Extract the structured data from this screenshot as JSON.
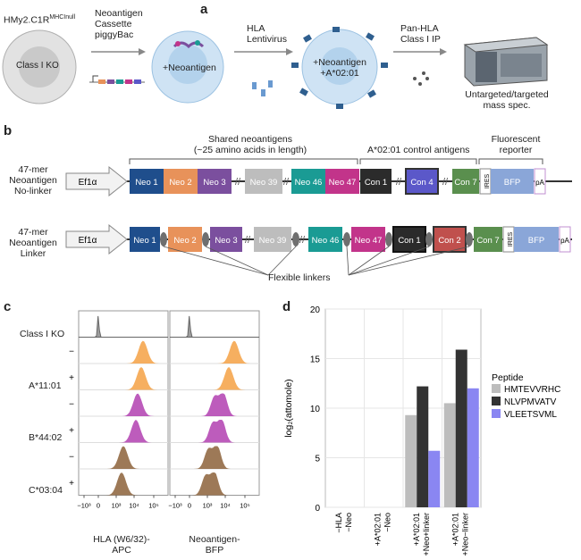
{
  "panels": {
    "a": "a",
    "b": "b",
    "c": "c",
    "d": "d"
  },
  "a": {
    "cell_line": "HMy2.C1R",
    "cell_line_sup": "MHCInull",
    "class_i_ko": "Class I KO",
    "step1": [
      "Neoantigen",
      "Cassette",
      "piggyBac"
    ],
    "plus_neoantigen": "+Neoantigen",
    "step2": [
      "HLA",
      "Lentivirus"
    ],
    "plus_neo_a0201": [
      "+Neoantigen",
      "+A*02:01"
    ],
    "step3": [
      "Pan-HLA",
      "Class I IP"
    ],
    "ms": [
      "Untargeted/targeted",
      "mass spec."
    ]
  },
  "b": {
    "shared_title": [
      "Shared neoantigens",
      "(~25 amino acids in length)"
    ],
    "control_title": "A*02:01 control antigens",
    "reporter_title": [
      "Fluorescent",
      "reporter"
    ],
    "row1_label": [
      "47-mer",
      "Neoantigen",
      "No-linker"
    ],
    "row2_label": [
      "47-mer",
      "Neoantigen",
      "Linker"
    ],
    "promoter": "Ef1α",
    "neo": [
      "Neo 1",
      "Neo 2",
      "Neo 3",
      "Neo 39",
      "Neo 46",
      "Neo 47"
    ],
    "con": [
      "Con 1",
      "Con 4",
      "Con 7"
    ],
    "con_linker": [
      "Con 1",
      "Con 2",
      "Con 7"
    ],
    "ires": "IRES",
    "bfp": "BFP",
    "pa": "pA",
    "flexible": "Flexible linkers",
    "colors": {
      "neo1": "#1f4e8c",
      "neo2": "#e8925a",
      "neo3": "#7b4f9e",
      "neo39": "#bdbdbd",
      "neo46": "#1a9b94",
      "neo47": "#c2348a",
      "con1": "#2b2b2b",
      "con2": "#c0504d",
      "con4": "#5b58c9",
      "con7": "#5a8f4e",
      "bfp": "#8aa6d8",
      "linker": "#6f6f6f"
    }
  },
  "c": {
    "rows": [
      "Class I KO",
      "A*11:01",
      "B*44:02",
      "C*03:04"
    ],
    "minus": "−",
    "plus": "+",
    "ticks": [
      "−10³",
      "0",
      "10³",
      "10⁴",
      "10⁵"
    ],
    "xlabel1": [
      "HLA (W6/32)-",
      "APC"
    ],
    "xlabel2": [
      "Neoantigen-",
      "BFP"
    ],
    "colors": {
      "ko": "#9e9e9e",
      "a11": "#f5a144",
      "b44": "#b13fb0",
      "c03": "#8c6239"
    }
  },
  "chart_data": {
    "type": "bar",
    "categories": [
      "−HLA −Neo",
      "+A*02:01 −Neo",
      "+A*02:01 +Neo+linker",
      "+A*02:01 +Neo−linker"
    ],
    "category_lines": [
      [
        "−HLA",
        "−Neo"
      ],
      [
        "+A*02:01",
        "−Neo"
      ],
      [
        "+A*02:01",
        "+Neo+linker"
      ],
      [
        "+A*02:01",
        "+Neo−linker"
      ]
    ],
    "series": [
      {
        "name": "HMTEVVRHC",
        "values": [
          0,
          0,
          9.3,
          10.5
        ],
        "color": "#bdbdbd"
      },
      {
        "name": "NLVPMVATV",
        "values": [
          0,
          0,
          12.2,
          15.9
        ],
        "color": "#333333"
      },
      {
        "name": "VLEETSVML",
        "values": [
          0,
          0,
          5.7,
          12.0
        ],
        "color": "#8a86f2"
      }
    ],
    "ylabel": "log₂(attomole)",
    "ylim": [
      0,
      20
    ],
    "yticks": [
      0,
      5,
      10,
      15,
      20
    ],
    "legend_title": "Peptide",
    "legend_position": "right",
    "grid": true
  }
}
